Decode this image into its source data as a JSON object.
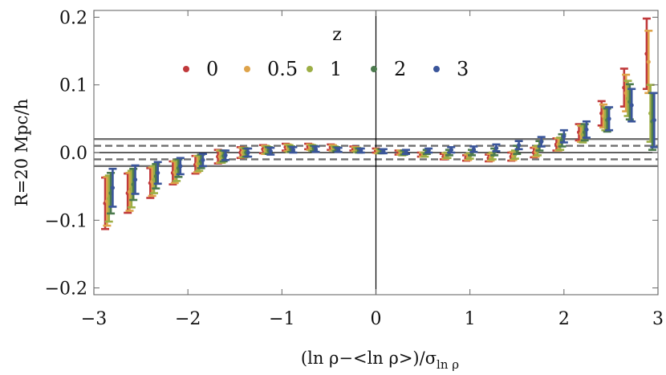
{
  "chart_data": {
    "type": "scatter",
    "title": "",
    "xlabel": "(ln ρ−<ln ρ>)/σ",
    "xlabel_sub": "ln ρ",
    "ylabel": "R=20 Mpc/h",
    "xlim": [
      -3,
      3
    ],
    "ylim": [
      -0.21,
      0.21
    ],
    "x_ticks": [
      {
        "value": -3,
        "label": "−3"
      },
      {
        "value": -2,
        "label": "−2"
      },
      {
        "value": -1,
        "label": "−1"
      },
      {
        "value": 0,
        "label": "0"
      },
      {
        "value": 1,
        "label": "1"
      },
      {
        "value": 2,
        "label": "2"
      },
      {
        "value": 3,
        "label": "3"
      }
    ],
    "y_ticks": [
      {
        "value": -0.2,
        "label": "−0.2"
      },
      {
        "value": -0.1,
        "label": "−0.1"
      },
      {
        "value": 0.0,
        "label": "0.0"
      },
      {
        "value": 0.1,
        "label": "0.1"
      },
      {
        "value": 0.2,
        "label": "0.2"
      }
    ],
    "grid": false,
    "legend_title": "z",
    "legend_position": "top-center",
    "reference_lines": {
      "solid": [
        0.02,
        -0.02
      ],
      "dashed": [
        0.01,
        -0.01
      ],
      "solid_color": "#6e6e6e",
      "dashed_color": "#6e6e6e"
    },
    "series": [
      {
        "name": "0",
        "color": "#c0393b",
        "points": [
          {
            "x": -2.88,
            "y": -0.075,
            "err": 0.038
          },
          {
            "x": -2.64,
            "y": -0.06,
            "err": 0.029
          },
          {
            "x": -2.4,
            "y": -0.045,
            "err": 0.022
          },
          {
            "x": -2.16,
            "y": -0.03,
            "err": 0.017
          },
          {
            "x": -1.92,
            "y": -0.018,
            "err": 0.013
          },
          {
            "x": -1.68,
            "y": -0.006,
            "err": 0.01
          },
          {
            "x": -1.44,
            "y": 0.0,
            "err": 0.008
          },
          {
            "x": -1.2,
            "y": 0.005,
            "err": 0.006
          },
          {
            "x": -0.96,
            "y": 0.008,
            "err": 0.005
          },
          {
            "x": -0.72,
            "y": 0.009,
            "err": 0.004
          },
          {
            "x": -0.48,
            "y": 0.008,
            "err": 0.004
          },
          {
            "x": -0.24,
            "y": 0.006,
            "err": 0.003
          },
          {
            "x": 0.0,
            "y": 0.003,
            "err": 0.003
          },
          {
            "x": 0.24,
            "y": 0.0,
            "err": 0.003
          },
          {
            "x": 0.48,
            "y": -0.003,
            "err": 0.003
          },
          {
            "x": 0.72,
            "y": -0.006,
            "err": 0.004
          },
          {
            "x": 0.96,
            "y": -0.008,
            "err": 0.004
          },
          {
            "x": 1.2,
            "y": -0.008,
            "err": 0.005
          },
          {
            "x": 1.44,
            "y": -0.006,
            "err": 0.006
          },
          {
            "x": 1.68,
            "y": 0.0,
            "err": 0.007
          },
          {
            "x": 1.92,
            "y": 0.012,
            "err": 0.009
          },
          {
            "x": 2.16,
            "y": 0.03,
            "err": 0.012
          },
          {
            "x": 2.4,
            "y": 0.058,
            "err": 0.018
          },
          {
            "x": 2.64,
            "y": 0.096,
            "err": 0.028
          },
          {
            "x": 2.88,
            "y": 0.146,
            "err": 0.052
          }
        ]
      },
      {
        "name": "0.5",
        "color": "#dea34a",
        "points": [
          {
            "x": -2.86,
            "y": -0.072,
            "err": 0.036
          },
          {
            "x": -2.62,
            "y": -0.058,
            "err": 0.028
          },
          {
            "x": -2.38,
            "y": -0.043,
            "err": 0.021
          },
          {
            "x": -2.14,
            "y": -0.029,
            "err": 0.016
          },
          {
            "x": -1.9,
            "y": -0.017,
            "err": 0.012
          },
          {
            "x": -1.66,
            "y": -0.006,
            "err": 0.009
          },
          {
            "x": -1.42,
            "y": 0.0,
            "err": 0.007
          },
          {
            "x": -1.18,
            "y": 0.004,
            "err": 0.006
          },
          {
            "x": -0.94,
            "y": 0.007,
            "err": 0.005
          },
          {
            "x": -0.7,
            "y": 0.008,
            "err": 0.004
          },
          {
            "x": -0.46,
            "y": 0.007,
            "err": 0.004
          },
          {
            "x": -0.22,
            "y": 0.005,
            "err": 0.003
          },
          {
            "x": 0.02,
            "y": 0.002,
            "err": 0.003
          },
          {
            "x": 0.26,
            "y": 0.0,
            "err": 0.003
          },
          {
            "x": 0.5,
            "y": -0.003,
            "err": 0.003
          },
          {
            "x": 0.74,
            "y": -0.005,
            "err": 0.004
          },
          {
            "x": 0.98,
            "y": -0.007,
            "err": 0.004
          },
          {
            "x": 1.22,
            "y": -0.007,
            "err": 0.005
          },
          {
            "x": 1.46,
            "y": -0.005,
            "err": 0.006
          },
          {
            "x": 1.7,
            "y": 0.001,
            "err": 0.007
          },
          {
            "x": 1.94,
            "y": 0.012,
            "err": 0.009
          },
          {
            "x": 2.18,
            "y": 0.028,
            "err": 0.012
          },
          {
            "x": 2.42,
            "y": 0.054,
            "err": 0.017
          },
          {
            "x": 2.66,
            "y": 0.088,
            "err": 0.027
          },
          {
            "x": 2.9,
            "y": 0.134,
            "err": 0.046
          }
        ]
      },
      {
        "name": "1",
        "color": "#9cae45",
        "points": [
          {
            "x": -2.84,
            "y": -0.068,
            "err": 0.034
          },
          {
            "x": -2.6,
            "y": -0.054,
            "err": 0.027
          },
          {
            "x": -2.36,
            "y": -0.04,
            "err": 0.02
          },
          {
            "x": -2.12,
            "y": -0.027,
            "err": 0.015
          },
          {
            "x": -1.88,
            "y": -0.016,
            "err": 0.011
          },
          {
            "x": -1.64,
            "y": -0.006,
            "err": 0.009
          },
          {
            "x": -1.4,
            "y": 0.0,
            "err": 0.007
          },
          {
            "x": -1.16,
            "y": 0.004,
            "err": 0.005
          },
          {
            "x": -0.92,
            "y": 0.006,
            "err": 0.005
          },
          {
            "x": -0.68,
            "y": 0.007,
            "err": 0.004
          },
          {
            "x": -0.44,
            "y": 0.006,
            "err": 0.003
          },
          {
            "x": -0.2,
            "y": 0.004,
            "err": 0.003
          },
          {
            "x": 0.04,
            "y": 0.002,
            "err": 0.003
          },
          {
            "x": 0.28,
            "y": -0.001,
            "err": 0.003
          },
          {
            "x": 0.52,
            "y": -0.003,
            "err": 0.003
          },
          {
            "x": 0.76,
            "y": -0.004,
            "err": 0.004
          },
          {
            "x": 1.0,
            "y": -0.005,
            "err": 0.004
          },
          {
            "x": 1.24,
            "y": -0.005,
            "err": 0.005
          },
          {
            "x": 1.48,
            "y": -0.003,
            "err": 0.006
          },
          {
            "x": 1.72,
            "y": 0.003,
            "err": 0.007
          },
          {
            "x": 1.96,
            "y": 0.013,
            "err": 0.009
          },
          {
            "x": 2.2,
            "y": 0.027,
            "err": 0.012
          },
          {
            "x": 2.44,
            "y": 0.05,
            "err": 0.017
          },
          {
            "x": 2.68,
            "y": 0.08,
            "err": 0.026
          },
          {
            "x": 2.92,
            "y": 0.058,
            "err": 0.042
          }
        ]
      },
      {
        "name": "2",
        "color": "#4c7a4e",
        "points": [
          {
            "x": -2.82,
            "y": -0.06,
            "err": 0.03
          },
          {
            "x": -2.58,
            "y": -0.047,
            "err": 0.023
          },
          {
            "x": -2.34,
            "y": -0.035,
            "err": 0.018
          },
          {
            "x": -2.1,
            "y": -0.023,
            "err": 0.013
          },
          {
            "x": -1.86,
            "y": -0.013,
            "err": 0.01
          },
          {
            "x": -1.62,
            "y": -0.005,
            "err": 0.008
          },
          {
            "x": -1.38,
            "y": 0.0,
            "err": 0.006
          },
          {
            "x": -1.14,
            "y": 0.003,
            "err": 0.005
          },
          {
            "x": -0.9,
            "y": 0.005,
            "err": 0.004
          },
          {
            "x": -0.66,
            "y": 0.006,
            "err": 0.004
          },
          {
            "x": -0.42,
            "y": 0.005,
            "err": 0.003
          },
          {
            "x": -0.18,
            "y": 0.003,
            "err": 0.003
          },
          {
            "x": 0.06,
            "y": 0.002,
            "err": 0.003
          },
          {
            "x": 0.3,
            "y": 0.0,
            "err": 0.003
          },
          {
            "x": 0.54,
            "y": 0.001,
            "err": 0.003
          },
          {
            "x": 0.78,
            "y": 0.0,
            "err": 0.004
          },
          {
            "x": 1.02,
            "y": 0.0,
            "err": 0.004
          },
          {
            "x": 1.26,
            "y": 0.001,
            "err": 0.005
          },
          {
            "x": 1.5,
            "y": 0.004,
            "err": 0.006
          },
          {
            "x": 1.74,
            "y": 0.01,
            "err": 0.007
          },
          {
            "x": 1.98,
            "y": 0.018,
            "err": 0.009
          },
          {
            "x": 2.22,
            "y": 0.03,
            "err": 0.012
          },
          {
            "x": 2.46,
            "y": 0.048,
            "err": 0.017
          },
          {
            "x": 2.7,
            "y": 0.075,
            "err": 0.026
          },
          {
            "x": 2.94,
            "y": 0.046,
            "err": 0.042
          }
        ]
      },
      {
        "name": "3",
        "color": "#3a559a",
        "points": [
          {
            "x": -2.8,
            "y": -0.052,
            "err": 0.028
          },
          {
            "x": -2.56,
            "y": -0.04,
            "err": 0.021
          },
          {
            "x": -2.32,
            "y": -0.03,
            "err": 0.016
          },
          {
            "x": -2.08,
            "y": -0.02,
            "err": 0.012
          },
          {
            "x": -1.84,
            "y": -0.011,
            "err": 0.009
          },
          {
            "x": -1.6,
            "y": -0.004,
            "err": 0.007
          },
          {
            "x": -1.36,
            "y": 0.0,
            "err": 0.006
          },
          {
            "x": -1.12,
            "y": 0.002,
            "err": 0.005
          },
          {
            "x": -0.88,
            "y": 0.004,
            "err": 0.004
          },
          {
            "x": -0.64,
            "y": 0.005,
            "err": 0.004
          },
          {
            "x": -0.4,
            "y": 0.004,
            "err": 0.003
          },
          {
            "x": -0.16,
            "y": 0.003,
            "err": 0.003
          },
          {
            "x": 0.08,
            "y": 0.002,
            "err": 0.003
          },
          {
            "x": 0.32,
            "y": 0.001,
            "err": 0.003
          },
          {
            "x": 0.56,
            "y": 0.003,
            "err": 0.003
          },
          {
            "x": 0.8,
            "y": 0.004,
            "err": 0.004
          },
          {
            "x": 1.04,
            "y": 0.005,
            "err": 0.004
          },
          {
            "x": 1.28,
            "y": 0.007,
            "err": 0.005
          },
          {
            "x": 1.52,
            "y": 0.011,
            "err": 0.006
          },
          {
            "x": 1.76,
            "y": 0.016,
            "err": 0.007
          },
          {
            "x": 2.0,
            "y": 0.024,
            "err": 0.009
          },
          {
            "x": 2.24,
            "y": 0.034,
            "err": 0.012
          },
          {
            "x": 2.48,
            "y": 0.05,
            "err": 0.017
          },
          {
            "x": 2.72,
            "y": 0.07,
            "err": 0.024
          },
          {
            "x": 2.96,
            "y": 0.048,
            "err": 0.04
          }
        ]
      }
    ]
  }
}
